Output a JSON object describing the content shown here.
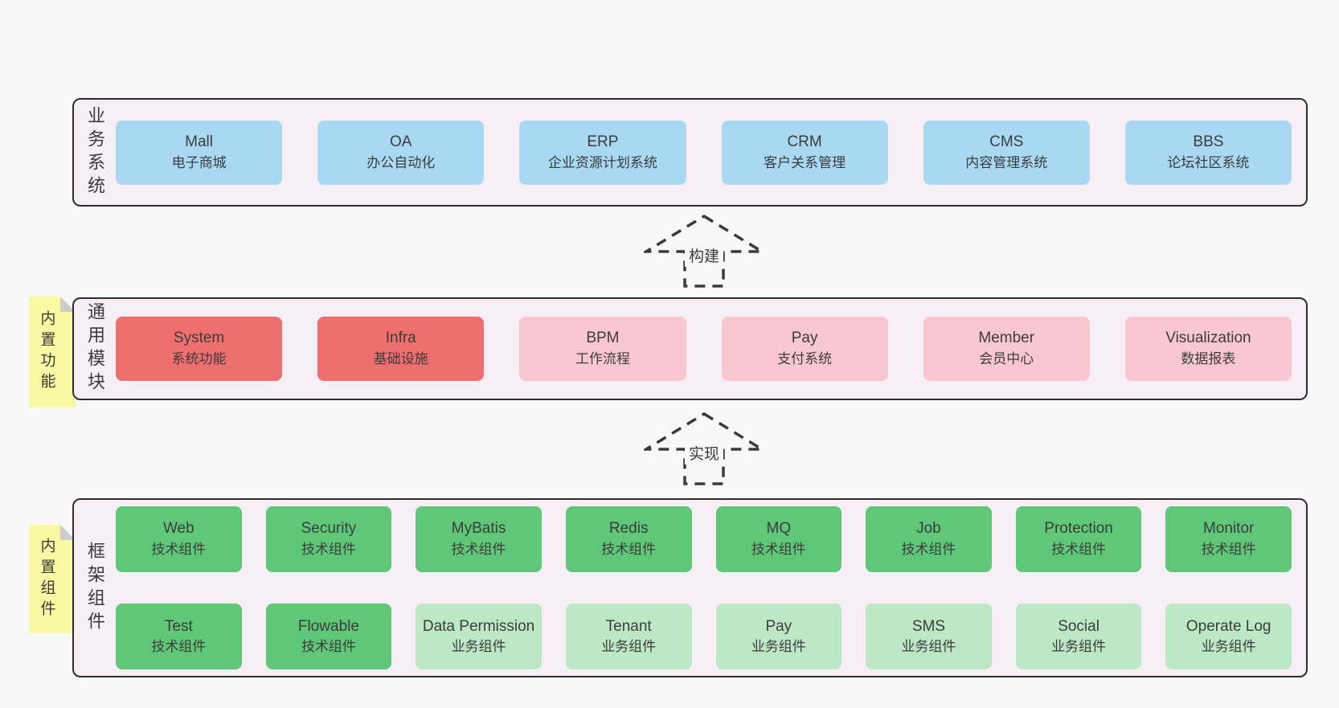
{
  "colors": {
    "page_bg": "#f8f8f8",
    "band_bg": "#f8eef6",
    "band_border": "#2e2e2e",
    "blue_box": "#a9d9f2",
    "red_box": "#ef6e6e",
    "pink_box": "#f9c7cf",
    "green_box": "#5fc878",
    "light_green_box": "#bce8c6",
    "sticky_yellow": "#f9f9a3",
    "text": "#3c3c3c"
  },
  "bands": [
    {
      "label": "业务系统",
      "boxes": [
        {
          "name": "Mall",
          "desc": "电子商城",
          "type": "blue"
        },
        {
          "name": "OA",
          "desc": "办公自动化",
          "type": "blue"
        },
        {
          "name": "ERP",
          "desc": "企业资源计划系统",
          "type": "blue"
        },
        {
          "name": "CRM",
          "desc": "客户关系管理",
          "type": "blue"
        },
        {
          "name": "CMS",
          "desc": "内容管理系统",
          "type": "blue"
        },
        {
          "name": "BBS",
          "desc": "论坛社区系统",
          "type": "blue"
        }
      ]
    },
    {
      "label": "通用模块",
      "sticky": "内置功能",
      "boxes": [
        {
          "name": "System",
          "desc": "系统功能",
          "type": "red"
        },
        {
          "name": "Infra",
          "desc": "基础设施",
          "type": "red"
        },
        {
          "name": "BPM",
          "desc": "工作流程",
          "type": "pink"
        },
        {
          "name": "Pay",
          "desc": "支付系统",
          "type": "pink"
        },
        {
          "name": "Member",
          "desc": "会员中心",
          "type": "pink"
        },
        {
          "name": "Visualization",
          "desc": "数据报表",
          "type": "pink"
        }
      ]
    },
    {
      "label": "框架组件",
      "sticky": "内置组件",
      "rows": [
        [
          {
            "name": "Web",
            "desc": "技术组件",
            "type": "green"
          },
          {
            "name": "Security",
            "desc": "技术组件",
            "type": "green"
          },
          {
            "name": "MyBatis",
            "desc": "技术组件",
            "type": "green"
          },
          {
            "name": "Redis",
            "desc": "技术组件",
            "type": "green"
          },
          {
            "name": "MQ",
            "desc": "技术组件",
            "type": "green"
          },
          {
            "name": "Job",
            "desc": "技术组件",
            "type": "green"
          },
          {
            "name": "Protection",
            "desc": "技术组件",
            "type": "green"
          },
          {
            "name": "Monitor",
            "desc": "技术组件",
            "type": "green"
          }
        ],
        [
          {
            "name": "Test",
            "desc": "技术组件",
            "type": "green"
          },
          {
            "name": "Flowable",
            "desc": "技术组件",
            "type": "green"
          },
          {
            "name": "Data Permission",
            "desc": "业务组件",
            "type": "light-green"
          },
          {
            "name": "Tenant",
            "desc": "业务组件",
            "type": "light-green"
          },
          {
            "name": "Pay",
            "desc": "业务组件",
            "type": "light-green"
          },
          {
            "name": "SMS",
            "desc": "业务组件",
            "type": "light-green"
          },
          {
            "name": "Social",
            "desc": "业务组件",
            "type": "light-green"
          },
          {
            "name": "Operate Log",
            "desc": "业务组件",
            "type": "light-green"
          }
        ]
      ]
    }
  ],
  "arrows": [
    {
      "label": "构建"
    },
    {
      "label": "实现"
    }
  ]
}
